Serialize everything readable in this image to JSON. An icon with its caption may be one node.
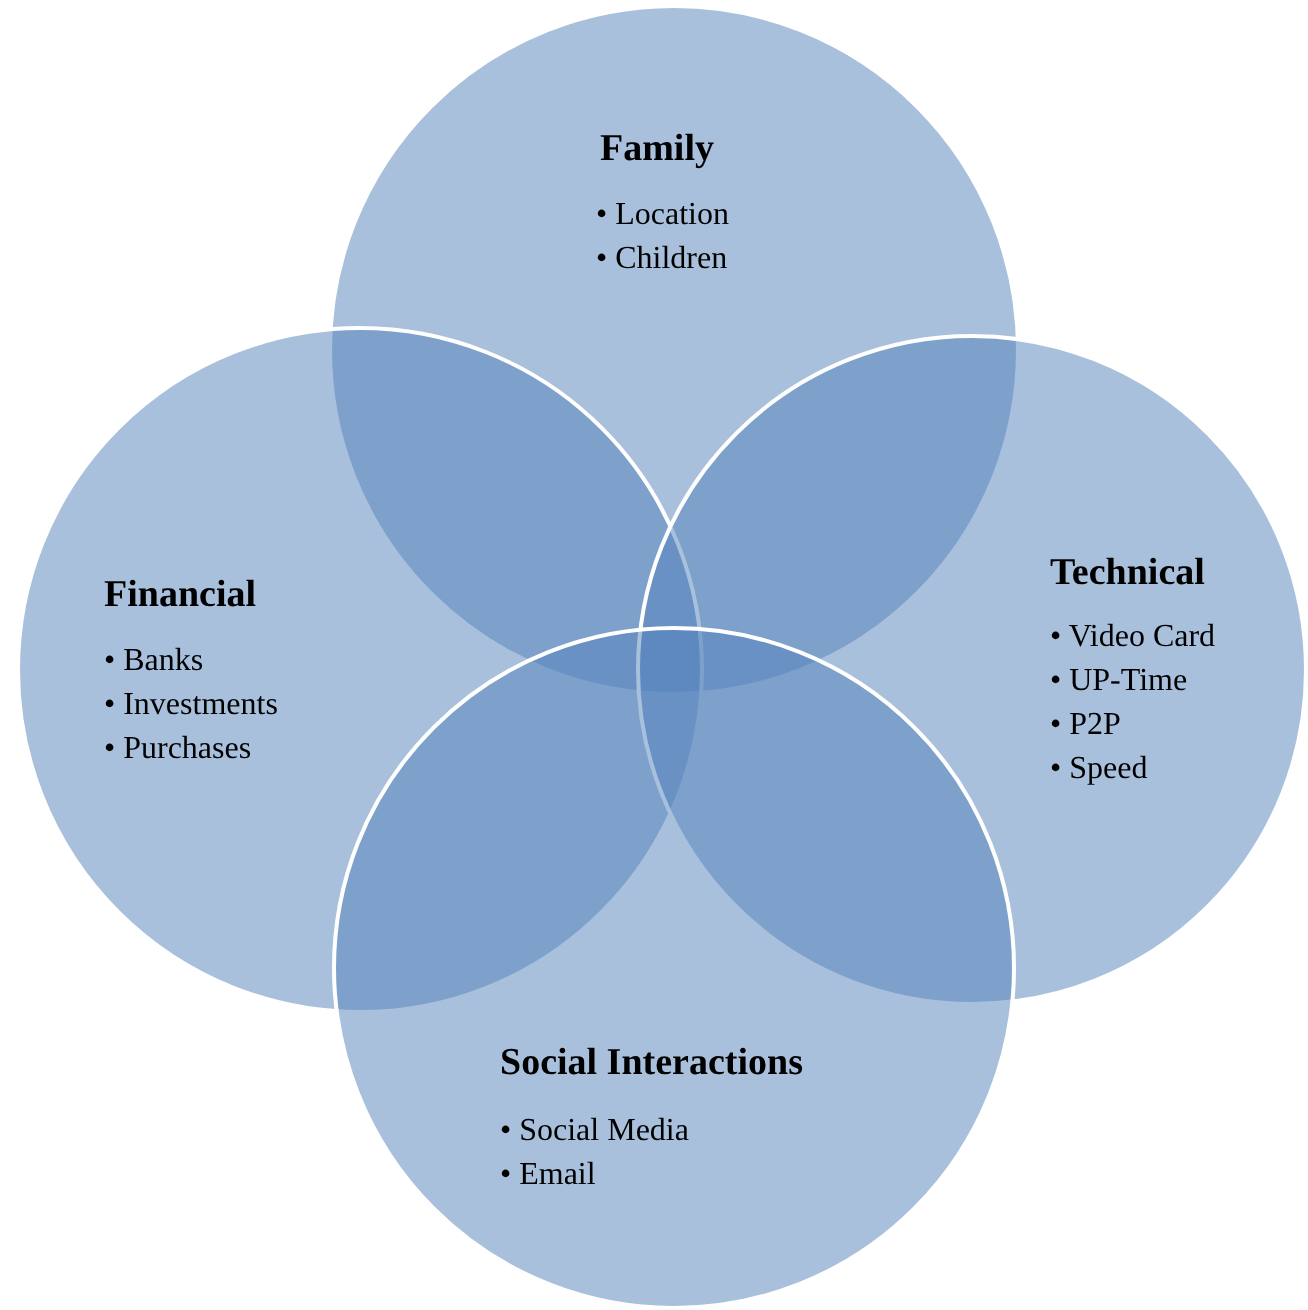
{
  "diagram": {
    "nodes": [
      {
        "text": [
          "Family",
          "• Location",
          "• Children"
        ]
      },
      {
        "text": [
          "Financial",
          "• Banks",
          "• Investments",
          "• Purchases"
        ]
      },
      {
        "text": [
          "Technical",
          "• Video Card",
          "• UP-Time",
          "• P2P",
          "• Speed"
        ]
      },
      {
        "text": [
          "Social Interactions",
          "• Social Media",
          "• Email"
        ]
      }
    ]
  }
}
